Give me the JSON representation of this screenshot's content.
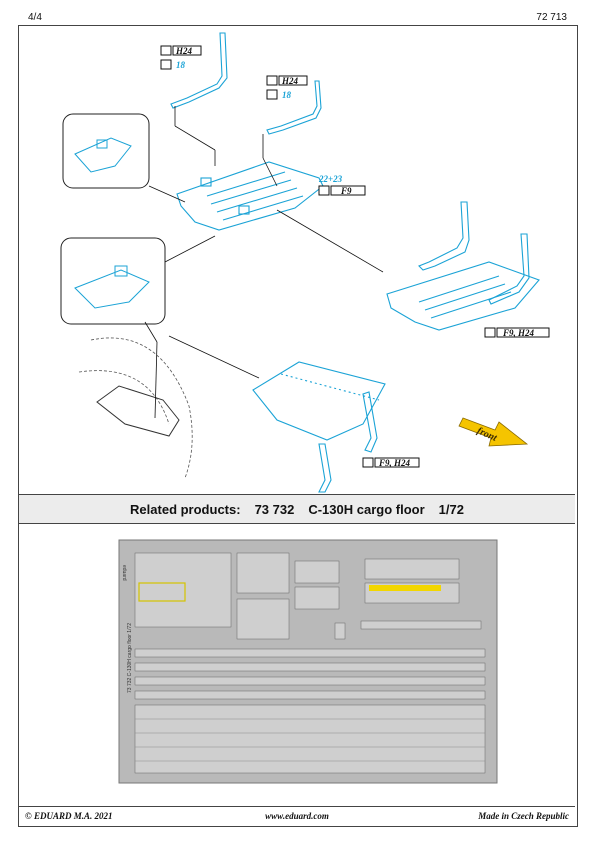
{
  "header": {
    "page": "4/4",
    "kit_number": "72 713"
  },
  "callouts": {
    "left_pillar_code": "H24",
    "left_pillar_qty": "18",
    "right_pillar_code": "H24",
    "right_pillar_qty": "18",
    "floor_parts": "22+23",
    "floor_code": "F9",
    "right_assembly_codes": "F9, H24",
    "canopy_codes": "F9, H24",
    "front_label": "front"
  },
  "related": {
    "label": "Related products:",
    "number": "73 732",
    "name": "C-130H cargo floor",
    "scale": "1/72"
  },
  "sheet": {
    "brand": "eduard",
    "edge_text": "73 732  C-130H cargo floor  1/72"
  },
  "footer": {
    "copyright": "© EDUARD  M.A. 2021",
    "website": "www.eduard.com",
    "origin": "Made in Czech Republic"
  },
  "colors": {
    "part_blue": "#1ba3d6",
    "tag_text": "#1ba3d6",
    "front_arrow": "#f5c400",
    "sheet_gray": "#b9b9b9"
  }
}
